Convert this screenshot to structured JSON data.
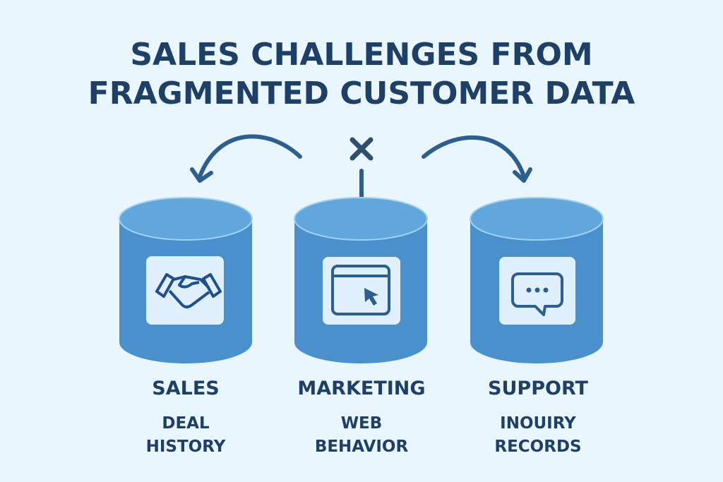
{
  "title": {
    "line1": "SALES CHALLENGES FROM",
    "line2": "FRAGMENTED CUSTOMER DATA"
  },
  "silos": [
    {
      "name": "SALES",
      "line1": "DEAL",
      "line2": "HISTORY",
      "icon": "handshake-icon"
    },
    {
      "name": "MARKETING",
      "line1": "WEB",
      "line2": "BEHAVIOR",
      "icon": "browser-cursor-icon"
    },
    {
      "name": "SUPPORT",
      "line1": "INOUIRY",
      "line2": "RECORDS",
      "icon": "chat-bubble-icon"
    }
  ],
  "colors": {
    "background": "#eaf6fd",
    "cylinder": "#4a90cc",
    "cylinder_top": "#62a7dc",
    "text": "#1e3f66",
    "arrow": "#2c5f8f"
  }
}
